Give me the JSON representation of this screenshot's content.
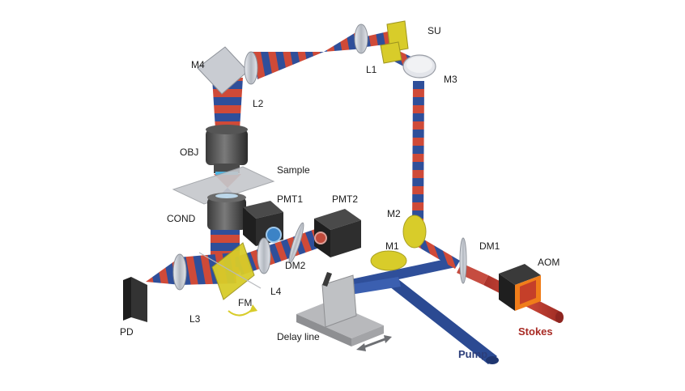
{
  "labels": {
    "su": "SU",
    "l1": "L1",
    "m3": "M3",
    "m4": "M4",
    "l2": "L2",
    "obj": "OBJ",
    "sample": "Sample",
    "pmt1": "PMT1",
    "pmt2": "PMT2",
    "cond": "COND",
    "m2": "M2",
    "m1": "M1",
    "dm1": "DM1",
    "aom": "AOM",
    "dm2": "DM2",
    "l4": "L4",
    "pd": "PD",
    "l3": "L3",
    "fm": "FM",
    "delay_line": "Delay line",
    "stokes": "Stokes",
    "pump": "Pump"
  },
  "colors": {
    "pump_blue": "#2f4f9a",
    "stokes_red": "#c0392b",
    "mirror_yellow": "#d8cc2a",
    "aom_orange": "#f07d1a",
    "device_dark": "#2e2e2e",
    "stage_gray": "#9a9a9a",
    "lens_gray": "#b9bdc4",
    "pump_label": "#2c3e7a",
    "stokes_label": "#a82a24"
  }
}
